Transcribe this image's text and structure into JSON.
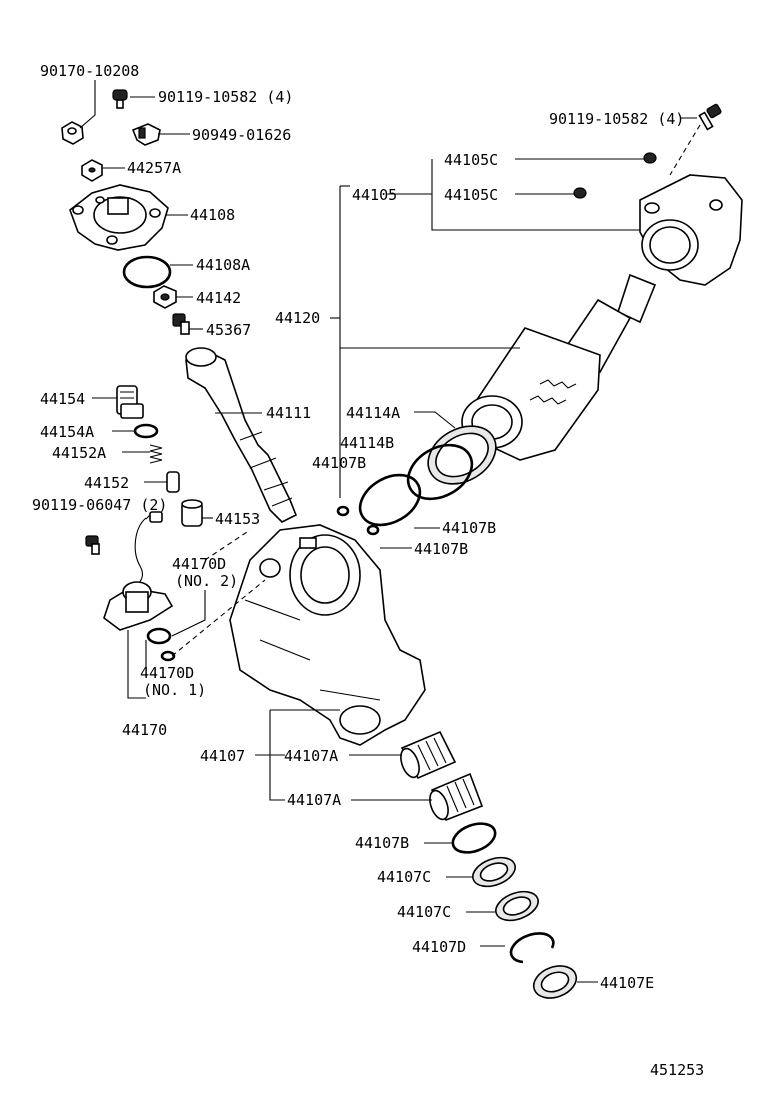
{
  "labels": {
    "p90170_10208": "90170-10208",
    "p90119_10582_a": "90119-10582 (4)",
    "p90949_01626": "90949-01626",
    "p44257A": "44257A",
    "p44108": "44108",
    "p44108A": "44108A",
    "p44142": "44142",
    "p45367": "45367",
    "p44120": "44120",
    "p44111": "44111",
    "p44154": "44154",
    "p44154A": "44154A",
    "p44152A": "44152A",
    "p44152": "44152",
    "p90119_06047": "90119-06047 (2)",
    "p44153": "44153",
    "p44170D_a": "44170D",
    "p44170D_a_sub": "(NO. 2)",
    "p44170D_b": "44170D",
    "p44170D_b_sub": "(NO. 1)",
    "p44170": "44170",
    "p90119_10582_b": "90119-10582 (4)",
    "p44105C_a": "44105C",
    "p44105C_b": "44105C",
    "p44105": "44105",
    "p44114A": "44114A",
    "p44114B": "44114B",
    "p44107B_a": "44107B",
    "p44107B_b": "44107B",
    "p44107B_c": "44107B",
    "p44107": "44107",
    "p44107A_a": "44107A",
    "p44107A_b": "44107A",
    "p44107B_d": "44107B",
    "p44107C_a": "44107C",
    "p44107C_b": "44107C",
    "p44107D": "44107D",
    "p44107E": "44107E"
  },
  "diagram_number": "451253"
}
